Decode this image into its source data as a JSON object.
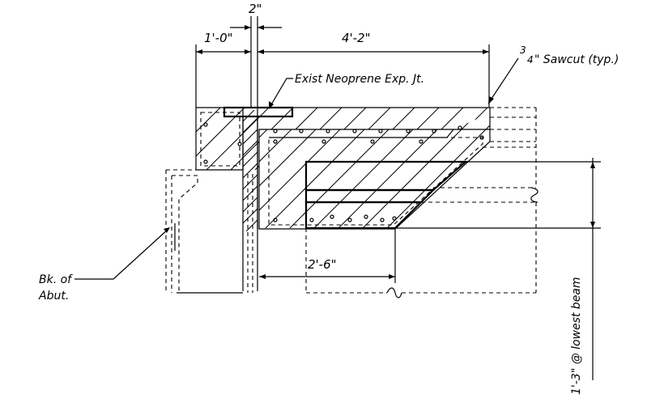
{
  "labels": {
    "dim_two_inch": "2\"",
    "dim_one_foot": "1'-0\"",
    "dim_four_two": "4'-2\"",
    "sawcut_num": "3",
    "sawcut_den": "4",
    "sawcut_text": "\" Sawcut (typ.)",
    "neoprene": "Exist Neoprene Exp. Jt.",
    "dim_two_six": "2'-6\"",
    "abut_line1": "Bk. of",
    "abut_line2": "Abut.",
    "lowest_beam": "1'-3\" @ lowest beam"
  }
}
